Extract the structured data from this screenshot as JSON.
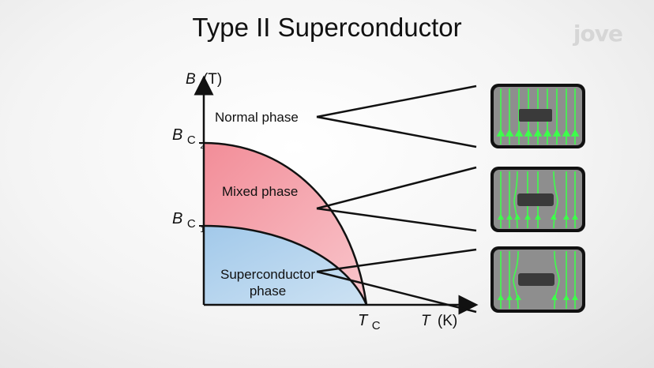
{
  "title": "Type II Superconductor",
  "logo_text": "jove",
  "axes": {
    "y_label": "B",
    "y_unit": "(T)",
    "x_label": "T",
    "x_unit": "(K)",
    "bc2_main": "B",
    "bc2_sub": "C",
    "bc2_subsub": "2",
    "bc1_main": "B",
    "bc1_sub": "C",
    "bc1_subsub": "1",
    "tc_main": "T",
    "tc_sub": "C"
  },
  "regions": {
    "normal": "Normal phase",
    "mixed": "Mixed phase",
    "super_line1": "Superconductor",
    "super_line2": "phase"
  },
  "colors": {
    "mixed_region": "#f4a3ac",
    "super_region": "#a9cde9",
    "field_lines": "#3dff4a",
    "panel_bg": "#8e8e8e"
  }
}
